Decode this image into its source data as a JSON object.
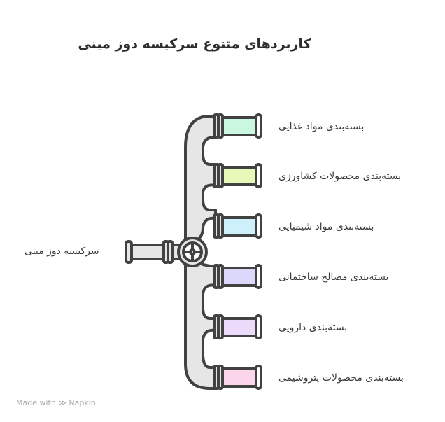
{
  "title": "کاربردهای متنوع سرکیسه دوز مینی",
  "root": {
    "label": "سرکیسه دوز مینی"
  },
  "branches": [
    {
      "label": "بسته‌بندی مواد غذایی",
      "color": "#c9f7e0"
    },
    {
      "label": "بسته‌بندی محصولات کشاورزی",
      "color": "#e6f9b8"
    },
    {
      "label": "بسته‌بندی مواد شیمیایی",
      "color": "#cdf0fb"
    },
    {
      "label": "بسته‌بندی مصالح ساختمانی",
      "color": "#dcd8fb"
    },
    {
      "label": "بسته‌بندی دارویی",
      "color": "#ecdafb"
    },
    {
      "label": "بسته‌بندی محصولات پتروشیمی",
      "color": "#fbd6ea"
    }
  ],
  "footer": {
    "made_with": "Made with",
    "brand": "Napkin"
  },
  "colors": {
    "outline": "#424242",
    "pipe": "#e6e6e6",
    "text": "#3a3a3a"
  }
}
